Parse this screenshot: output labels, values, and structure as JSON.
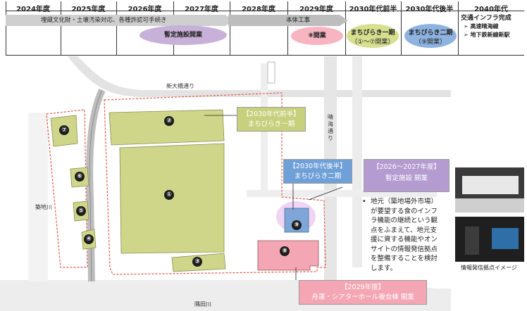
{
  "timeline": {
    "years": [
      "2024年度",
      "2025年度",
      "2026年度",
      "2027年度",
      "2028年度",
      "2029年度",
      "2030年代前半",
      "2030年代後半",
      "2040年代"
    ],
    "bar_text_1": "埋蔵文化財・土壌汚染対応、各種許認可手続き",
    "bar_text_2": "本体工事",
    "milestone_1": "暫定施設開業",
    "milestone_2": "⑧開業",
    "milestone_3_line1": "まちびらき一期",
    "milestone_3_line2": "（①～⑦開業）",
    "milestone_4_line1": "まちびらき二期",
    "milestone_4_line2": "（⑨開業）",
    "infra_title": "交通インフラ完成",
    "infra_items": [
      "高速晴海線",
      "地下鉄新線新駅"
    ],
    "infra_bullet": "➢"
  },
  "map": {
    "streets": {
      "shin_ohashi": "新大橋通り",
      "harumi": "晴海通り",
      "tsukiji_river": "築地川",
      "sumida_river": "隅田川"
    },
    "lots": [
      "①",
      "②",
      "③",
      "④",
      "⑤",
      "⑥",
      "⑦",
      "⑧",
      "⑨"
    ],
    "box_phase1_line1": "【2030年代前半】",
    "box_phase1_line2": "まちびらき一期",
    "box_phase2_line1": "【2030年代後半】",
    "box_phase2_line2": "まちびらき二期",
    "box_temp_line1": "【2026～2027年度】",
    "box_temp_line2": "暫定施設 開業",
    "box_2029_line1": "【2029年度】",
    "box_2029_line2": "舟運・シアターホール複合棟 開業"
  },
  "note": {
    "bullet": "•",
    "lines": [
      "地元（築地場外市場）",
      "が要望する食のインフ",
      "ラ機能の継続という観",
      "点をふまえて、地元支",
      "援に資する機能やオン",
      "サイトの情報発信拠点",
      "を整備することを検討",
      "します。"
    ]
  },
  "photo_caption": "情報発信拠点イメージ",
  "colors": {
    "lot_green": "#cfd68a",
    "pink": "#f4a6b4",
    "blue": "#6fa0d8",
    "purple": "#b49bd0",
    "phase1_box": "#c7d07c",
    "dashed_red": "#e05a4a"
  }
}
